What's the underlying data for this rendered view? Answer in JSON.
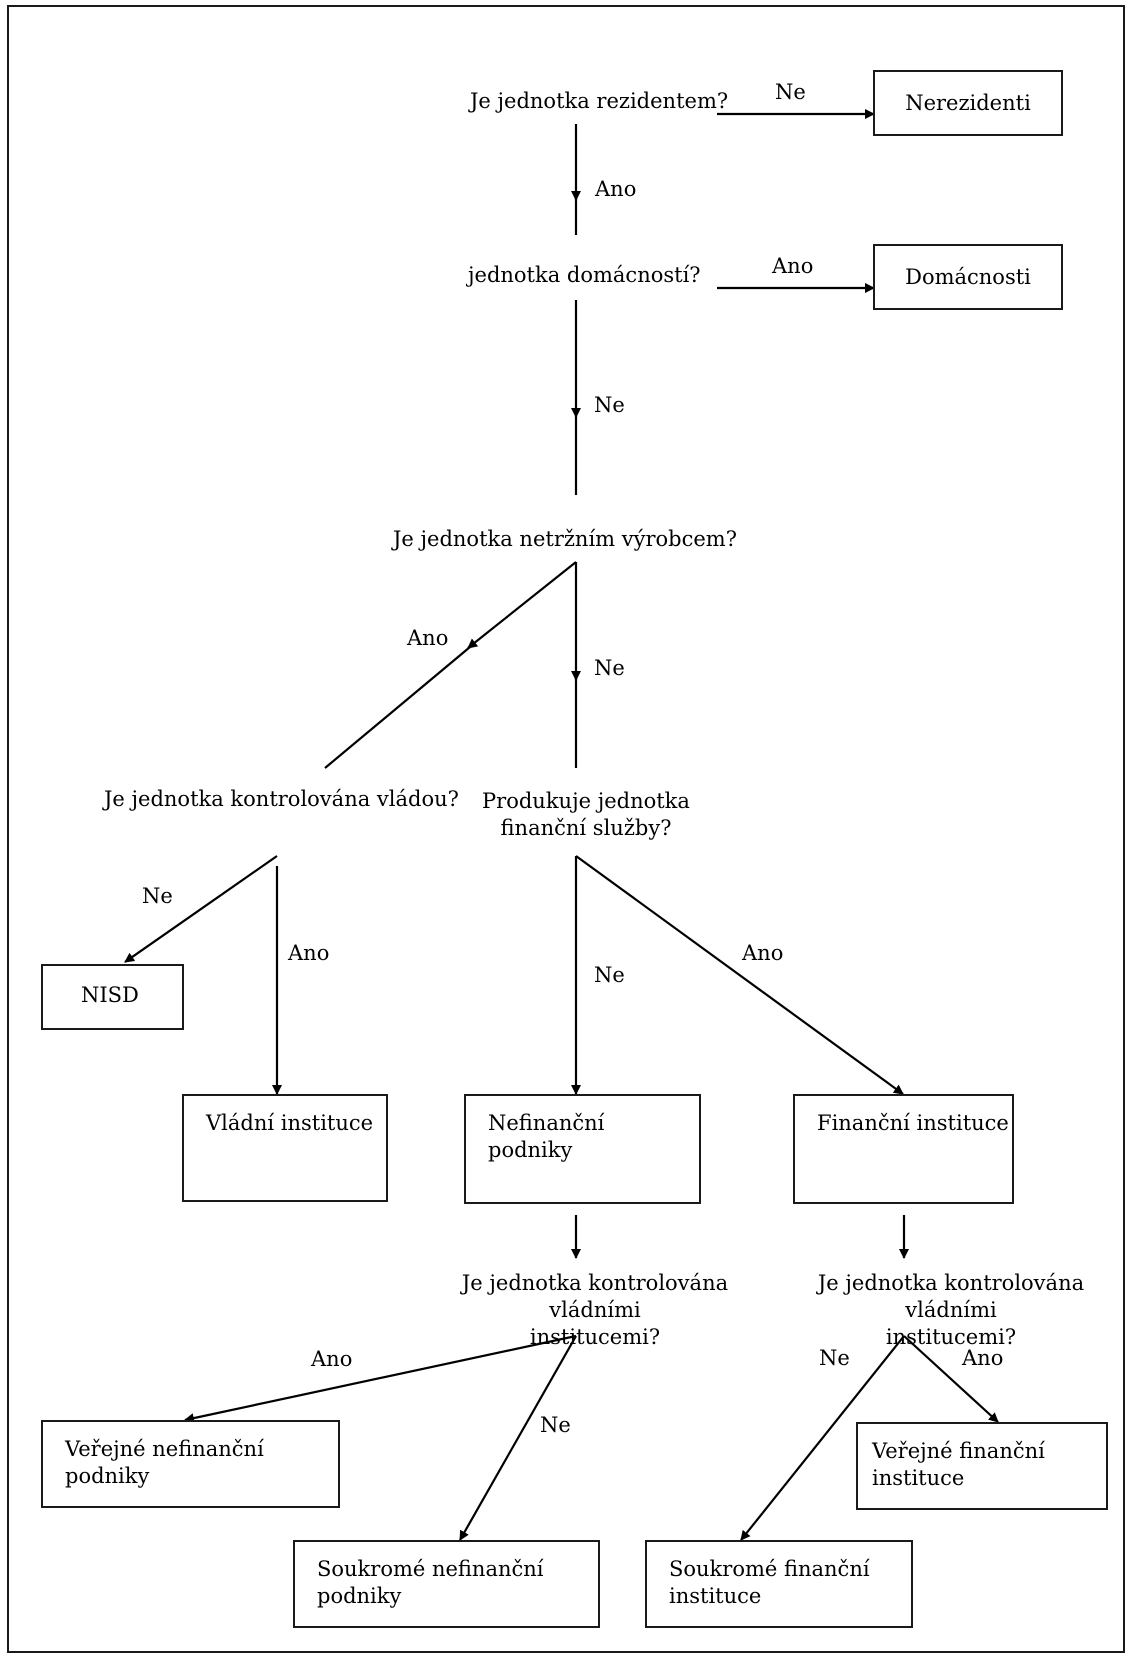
{
  "questions": {
    "resident": "Je jednotka rezidentem?",
    "household": "jednotka domácností?",
    "nonmarket": "Je jednotka netržním výrobcem?",
    "gov_controlled": "Je jednotka kontrolována vládou?",
    "financial_services": [
      "Produkuje jednotka",
      "finanční služby?"
    ],
    "gov_inst_controlled_left": [
      "Je jednotka kontrolována vládními",
      "institucemi?"
    ],
    "gov_inst_controlled_right": [
      "Je jednotka kontrolována vládními",
      "institucemi?"
    ]
  },
  "edges": {
    "resident_no": "Ne",
    "resident_yes": "Ano",
    "household_yes": "Ano",
    "household_no": "Ne",
    "nonmarket_yes": "Ano",
    "nonmarket_no": "Ne",
    "gov_no": "Ne",
    "gov_yes": "Ano",
    "fin_no": "Ne",
    "fin_yes": "Ano",
    "left_ctrl_yes": "Ano",
    "left_ctrl_no": "Ne",
    "right_ctrl_no": "Ne",
    "right_ctrl_yes": "Ano"
  },
  "outcomes": {
    "nonresidents": "Nerezidenti",
    "households": "Domácnosti",
    "nisd": "NISD",
    "gov_institutions": "Vládní instituce",
    "nonfinancial_corps": [
      "Nefinanční",
      "podniky"
    ],
    "financial_institutions": "Finanční instituce",
    "public_nonfinancial": [
      "Veřejné nefinanční",
      "podniky"
    ],
    "private_nonfinancial": [
      "Soukromé nefinanční",
      "podniky"
    ],
    "private_financial": [
      "Soukromé finanční",
      "instituce"
    ],
    "public_financial": [
      "Veřejné finanční",
      "instituce"
    ]
  }
}
